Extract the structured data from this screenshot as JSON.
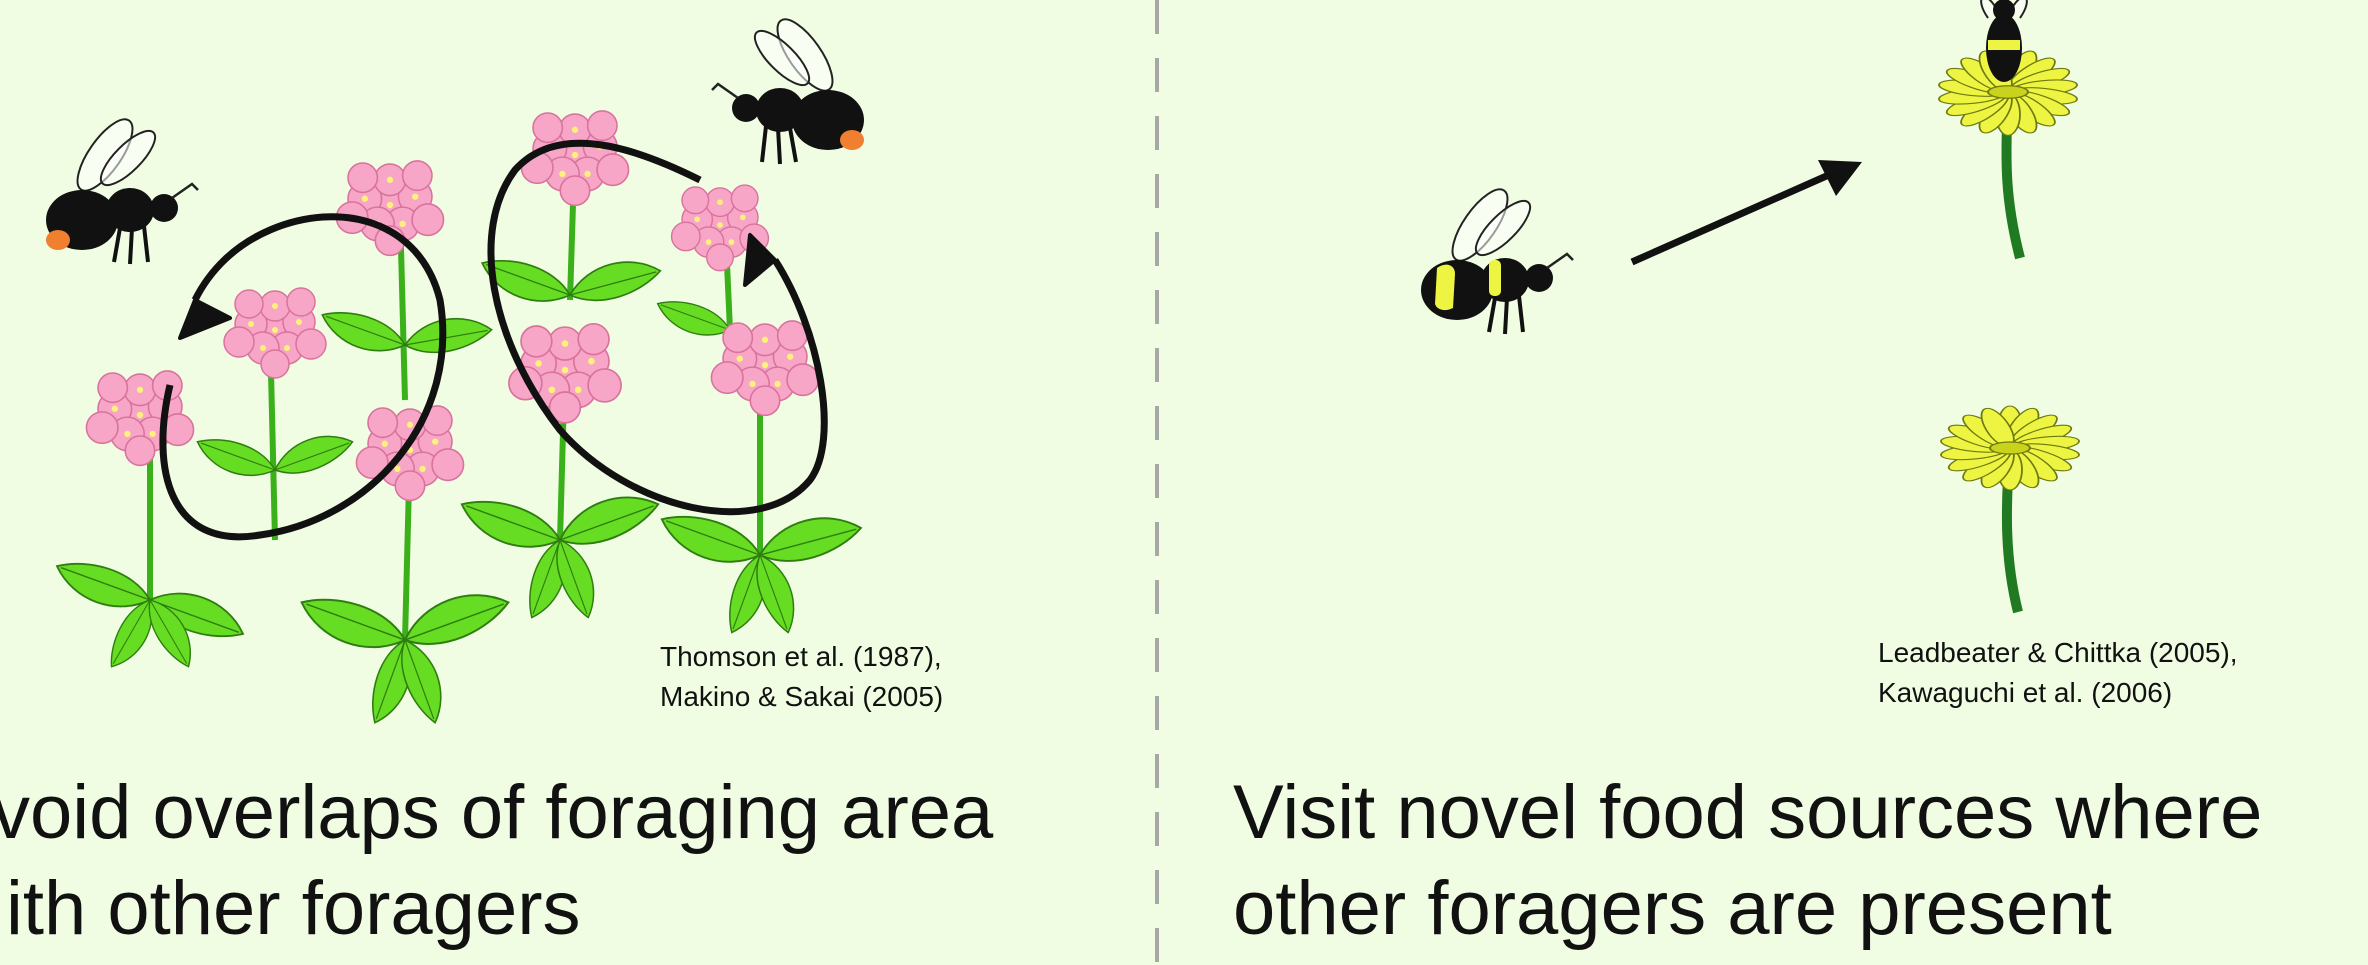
{
  "left_panel": {
    "citation_lines": [
      "Thomson et al. (1987),",
      "Makino & Sakai (2005)"
    ],
    "caption_lines": [
      "void overlaps of foraging area",
      "ith other foragers"
    ]
  },
  "right_panel": {
    "citation_lines": [
      "Leadbeater & Chittka (2005),",
      "Kawaguchi et al. (2006)"
    ],
    "caption_lines": [
      "Visit novel food sources where",
      "other foragers are present"
    ]
  },
  "colors": {
    "background": "#f0fde3",
    "pink_flower": "#f7a6c7",
    "leaf_green": "#66dd22",
    "yellow_flower": "#eef442",
    "divider": "#a8a8a8"
  },
  "icons": [
    "bumblebee-icon",
    "pink-flower-cluster-icon",
    "yellow-daisy-icon",
    "circular-arrow-icon",
    "straight-arrow-icon"
  ]
}
